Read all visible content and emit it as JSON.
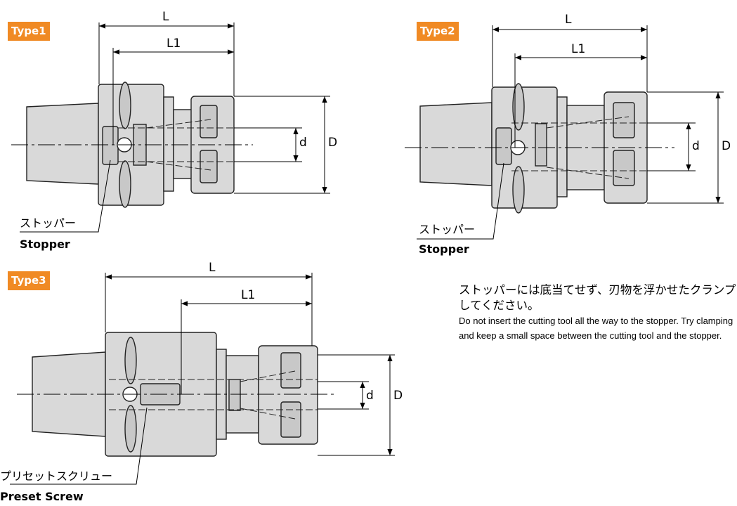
{
  "types": [
    {
      "badge": "Type1",
      "labels": {
        "L": "L",
        "L1": "L1",
        "d": "d",
        "D": "D"
      },
      "callout_ja": "ストッパー",
      "callout_en": "Stopper"
    },
    {
      "badge": "Type2",
      "labels": {
        "L": "L",
        "L1": "L1",
        "d": "d",
        "D": "D"
      },
      "callout_ja": "ストッパー",
      "callout_en": "Stopper"
    },
    {
      "badge": "Type3",
      "labels": {
        "L": "L",
        "L1": "L1",
        "d": "d",
        "D": "D"
      },
      "callout_ja": "プリセットスクリュー",
      "callout_en": "Preset Screw"
    }
  ],
  "note": {
    "ja": "ストッパーには底当てせず、刃物を浮かせたクランプしてください。",
    "en": "Do not insert the cutting tool all the way to the stopper. Try clamping and keep a small space between the cutting tool and the stopper."
  },
  "colors": {
    "badge": "#f08a24",
    "body_fill": "#d9d9d9",
    "window_fill": "#c8c8c8",
    "outline": "#222222"
  }
}
